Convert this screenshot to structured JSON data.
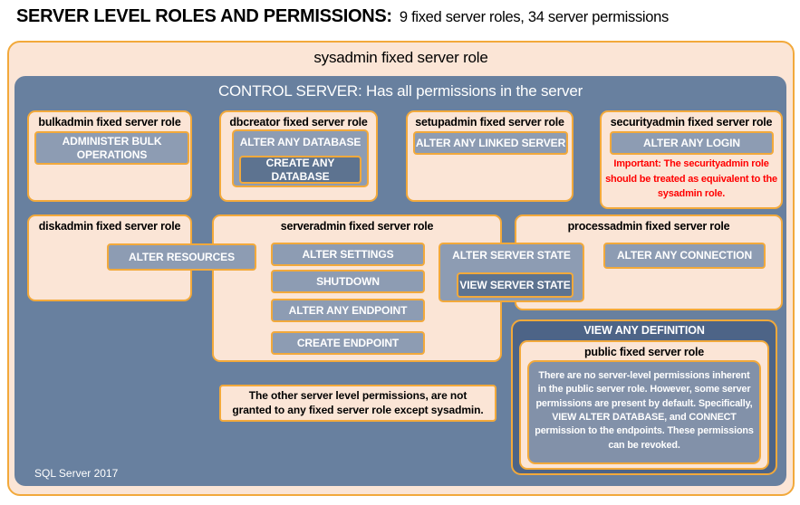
{
  "header": {
    "title_main": "SERVER LEVEL ROLES AND PERMISSIONS:",
    "title_sub": "9 fixed server roles, 34 server permissions"
  },
  "sysadmin": {
    "label": "sysadmin fixed server role"
  },
  "control_server": {
    "label": "CONTROL SERVER: Has all permissions in the server",
    "footer": "SQL Server 2017"
  },
  "roles": {
    "bulkadmin": {
      "title": "bulkadmin fixed server role",
      "permission": "ADMINISTER  BULK OPERATIONS"
    },
    "dbcreator": {
      "title": "dbcreator fixed server role",
      "perm_outer": "ALTER ANY DATABASE",
      "perm_nested": "CREATE ANY DATABASE"
    },
    "setupadmin": {
      "title": "setupadmin fixed server role",
      "permission": "ALTER ANY LINKED SERVER"
    },
    "securityadmin": {
      "title": "securityadmin fixed server role",
      "permission": "ALTER ANY LOGIN",
      "warning": "Important: The securityadmin role should be treated as equivalent to the sysadmin role."
    },
    "diskadmin": {
      "title": "diskadmin fixed server role",
      "permission": "ALTER RESOURCES"
    },
    "serveradmin": {
      "title": "serveradmin fixed server role",
      "perms": [
        "ALTER SETTINGS",
        "SHUTDOWN",
        "ALTER ANY ENDPOINT",
        "CREATE ENDPOINT"
      ]
    },
    "processadmin": {
      "title": "processadmin fixed server role",
      "permission": "ALTER ANY CONNECTION"
    },
    "public": {
      "container_label": "VIEW ANY DEFINITION",
      "title": "public fixed server role",
      "note": "There are no server-level permissions inherent in the public server role. However, some server permissions are present by default. Specifically, VIEW ALTER DATABASE, and CONNECT permission to the endpoints. These permissions can be revoked."
    }
  },
  "shared_permissions": {
    "alter_server_state": "ALTER SERVER STATE",
    "view_server_state": "VIEW SERVER STATE"
  },
  "notes": {
    "other_permissions": "The other server level permissions, are not granted to any fixed server role except sysadmin."
  },
  "colors": {
    "peach": "#FBE5D6",
    "gold": "#F2A93B",
    "blue": "#68809F",
    "button_blue": "#8D9CB3",
    "dark_button_blue": "#5D7390",
    "dark_panel_blue": "#4D6487",
    "public_panel_blue": "#8291A9",
    "warn_red": "#FF0000"
  }
}
